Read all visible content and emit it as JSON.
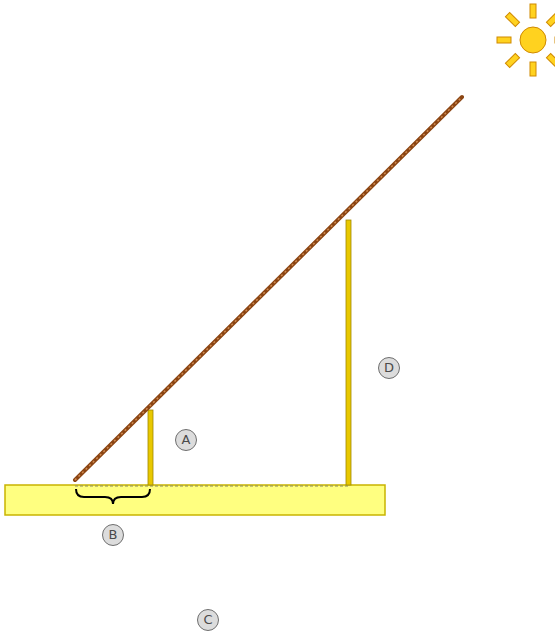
{
  "diagram": {
    "labels": [
      "D",
      "A",
      "B",
      "C"
    ]
  }
}
